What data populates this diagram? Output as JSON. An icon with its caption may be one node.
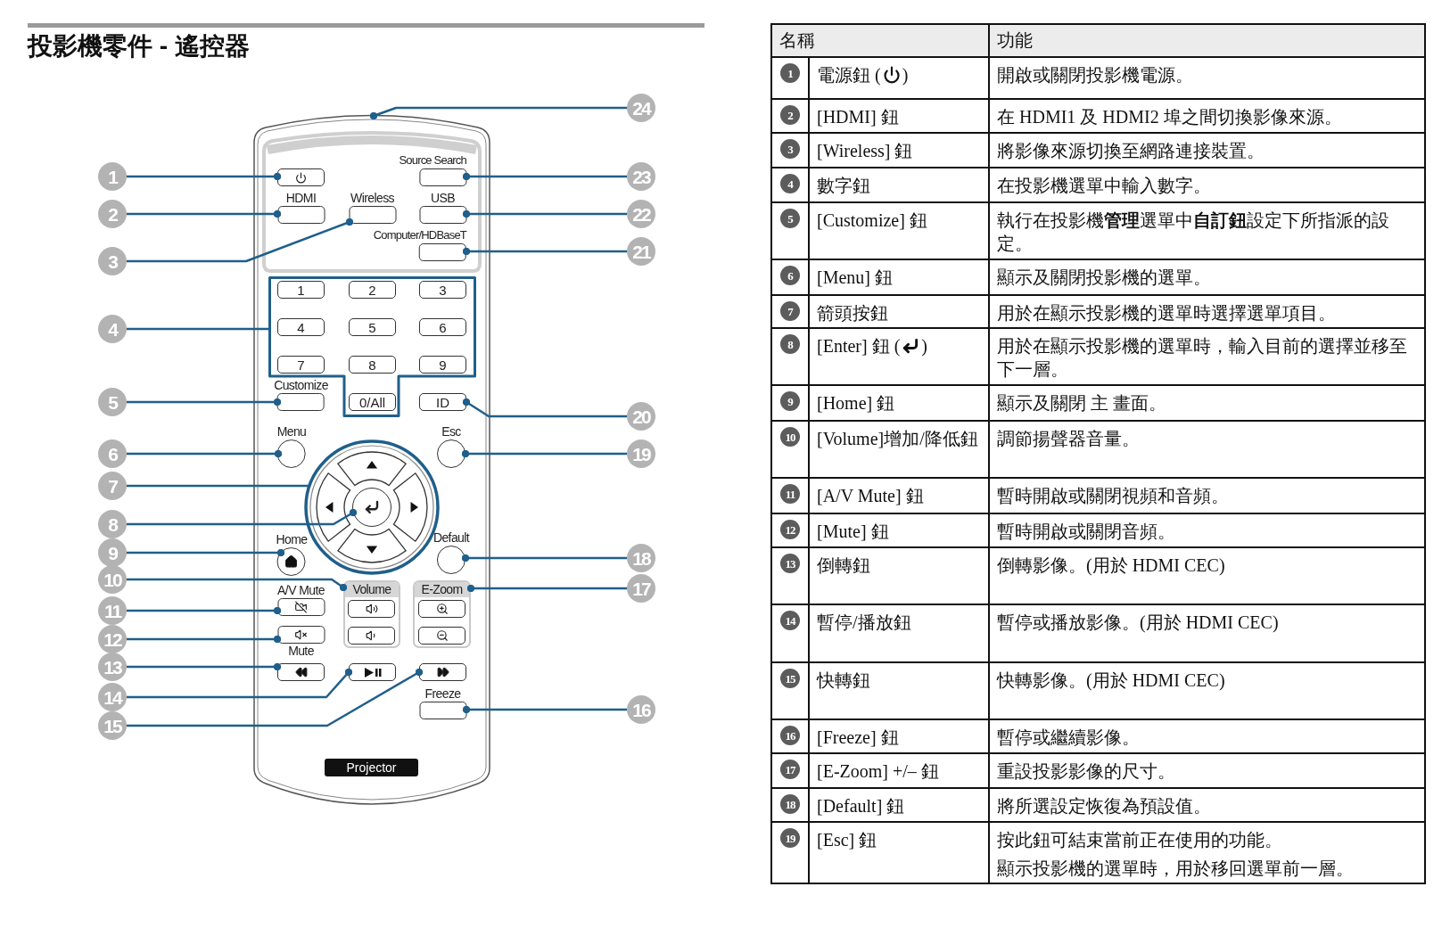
{
  "diagram": {
    "title": "投影機零件 - 遙控器",
    "nodes": [
      {
        "text": [
          "1"
        ]
      },
      {
        "text": [
          "2"
        ]
      },
      {
        "text": [
          "3"
        ]
      },
      {
        "text": [
          "4"
        ]
      },
      {
        "text": [
          "5"
        ]
      },
      {
        "text": [
          "6"
        ]
      },
      {
        "text": [
          "7"
        ]
      },
      {
        "text": [
          "8"
        ]
      },
      {
        "text": [
          "9"
        ]
      },
      {
        "text": [
          "10"
        ]
      },
      {
        "text": [
          "11"
        ]
      },
      {
        "text": [
          "12"
        ]
      },
      {
        "text": [
          "13"
        ]
      },
      {
        "text": [
          "14"
        ]
      },
      {
        "text": [
          "15"
        ]
      },
      {
        "text": [
          "16"
        ]
      },
      {
        "text": [
          "17"
        ]
      },
      {
        "text": [
          "18"
        ]
      },
      {
        "text": [
          "19"
        ]
      },
      {
        "text": [
          "20"
        ]
      },
      {
        "text": [
          "21"
        ]
      },
      {
        "text": [
          "22"
        ]
      },
      {
        "text": [
          "23"
        ]
      },
      {
        "text": [
          "24"
        ]
      },
      {
        "text": [],
        "shape": "picture"
      },
      {
        "text": [],
        "shape": "box",
        "in": 24
      },
      {
        "text": [
          "Source Search"
        ],
        "in": 24
      },
      {
        "text": [
          "HDMI"
        ],
        "in": 24
      },
      {
        "text": [
          "Wireless"
        ],
        "in": 24
      },
      {
        "text": [
          "USB"
        ],
        "in": 24
      },
      {
        "text": [
          "Computer/HDBaseT"
        ],
        "in": 24
      },
      {
        "text": [],
        "shape": "box",
        "in": 24
      },
      {
        "text": [
          "1"
        ],
        "in": 31
      },
      {
        "text": [
          "2"
        ],
        "in": 31
      },
      {
        "text": [
          "3"
        ],
        "in": 31
      },
      {
        "text": [
          "4"
        ],
        "in": 31
      },
      {
        "text": [
          "5"
        ],
        "in": 31
      },
      {
        "text": [
          "6"
        ],
        "in": 31
      },
      {
        "text": [
          "7"
        ],
        "in": 31
      },
      {
        "text": [
          "8"
        ],
        "in": 31
      },
      {
        "text": [
          "9"
        ],
        "in": 31
      },
      {
        "text": [
          "Customize"
        ],
        "in": 24
      },
      {
        "text": [
          "0/All"
        ],
        "in": 31
      },
      {
        "text": [
          "ID"
        ],
        "in": 24
      },
      {
        "text": [
          "Menu"
        ],
        "in": 24
      },
      {
        "text": [
          "Esc"
        ],
        "in": 24
      },
      {
        "text": [],
        "shape": "circle",
        "in": 24
      },
      {
        "text": [],
        "shape": "circle",
        "in": 46
      },
      {
        "text": [
          "Home"
        ],
        "in": 24
      },
      {
        "text": [
          "Default"
        ],
        "in": 24
      },
      {
        "text": [
          "A/V Mute"
        ],
        "in": 24
      },
      {
        "text": [
          "Volume"
        ],
        "in": 24
      },
      {
        "text": [],
        "shape": "box",
        "in": 51
      },
      {
        "text": [],
        "shape": "box",
        "in": 51
      },
      {
        "text": [
          "E-Zoom"
        ],
        "in": 24
      },
      {
        "text": [],
        "shape": "box",
        "in": 54
      },
      {
        "text": [],
        "shape": "box",
        "in": 54
      },
      {
        "text": [
          "Mute"
        ],
        "in": 24
      },
      {
        "text": [],
        "shape": "box",
        "in": 24
      },
      {
        "text": [],
        "shape": "box",
        "in": 24
      },
      {
        "text": [],
        "shape": "box",
        "in": 24
      },
      {
        "text": [
          "Freeze"
        ],
        "in": 24
      }
    ],
    "edges": [
      {
        "from": 0,
        "to": 25,
        "arrow": "other"
      },
      {
        "from": 1,
        "to": 27,
        "arrow": "other"
      },
      {
        "from": 2,
        "to": 28,
        "arrow": "other"
      },
      {
        "from": 3,
        "to": 31,
        "arrow": "none"
      },
      {
        "from": 4,
        "to": 41,
        "arrow": "other"
      },
      {
        "from": 5,
        "to": 44,
        "arrow": "other"
      },
      {
        "from": 6,
        "to": 46,
        "arrow": "none"
      },
      {
        "from": 7,
        "to": 47,
        "arrow": "other"
      },
      {
        "from": 8,
        "to": 48,
        "arrow": "other"
      },
      {
        "from": 9,
        "to": 51,
        "arrow": "other"
      },
      {
        "from": 10,
        "to": 50,
        "arrow": "other"
      },
      {
        "from": 11,
        "to": 57,
        "arrow": "other"
      },
      {
        "from": 12,
        "to": 58,
        "arrow": "other"
      },
      {
        "from": 13,
        "to": 59,
        "arrow": "other"
      },
      {
        "from": 14,
        "to": 60,
        "arrow": "other"
      },
      {
        "from": 15,
        "to": 61,
        "arrow": "other"
      },
      {
        "from": 16,
        "to": 54,
        "arrow": "other"
      },
      {
        "from": 17,
        "to": 49,
        "arrow": "other"
      },
      {
        "from": 18,
        "to": 45,
        "arrow": "other"
      },
      {
        "from": 19,
        "to": 43,
        "arrow": "other"
      },
      {
        "from": 20,
        "to": 30,
        "arrow": "other"
      },
      {
        "from": 21,
        "to": 29,
        "arrow": "other"
      },
      {
        "from": 22,
        "to": 26,
        "arrow": "other"
      },
      {
        "from": 23,
        "to": 24,
        "arrow": "other"
      }
    ],
    "labels": [
      "名稱",
      "功能",
      "1",
      "電源鈕 (",
      ")",
      "開啟或關閉投影機電源。",
      "2",
      "[HDMI] 鈕",
      "在 HDMI1 及 HDMI2 埠之間切換影像來源。",
      "3",
      "[Wireless] 鈕",
      "將影像來源切換至網路連接裝置。",
      "4",
      "數字鈕",
      "在投影機選單中輸入數字。",
      "5",
      "[Customize] 鈕",
      "執行在投影機**管理**選單中**自訂鈕**設定下所指派的設定。",
      "6",
      "[Menu] 鈕",
      "顯示及關閉投影機的選單。",
      "7",
      "箭頭按鈕",
      "用於在顯示投影機的選單時選擇選單項目。",
      "8",
      "[Enter] 鈕 (",
      ")",
      "用於在顯示投影機的選單時，輸入目前的選擇並移至下一層。",
      "9",
      "[Home] 鈕",
      "顯示及關閉 主 畫面。",
      "10",
      "[Volume]增加/降低鈕",
      "調節揚聲器音量。",
      "11",
      "[A/V Mute] 鈕",
      "暫時開啟或關閉視頻和音頻。",
      "12",
      "[Mute] 鈕",
      "暫時開啟或關閉音頻。",
      "13",
      "倒轉鈕",
      "倒轉影像。(用於 HDMI CEC)",
      "14",
      "暫停/播放鈕",
      "暫停或播放影像。(用於 HDMI CEC)",
      "15",
      "快轉鈕",
      "快轉影像。(用於 HDMI CEC)",
      "16",
      "[Freeze] 鈕",
      "暫停或繼續影像。",
      "17",
      "[E-Zoom] +/– 鈕",
      "重設投影影像的尺寸。",
      "18",
      "[Default] 鈕",
      "將所選設定恢復為預設值。",
      "19",
      "[Esc] 鈕",
      "按此鈕可結束當前正在使用的功能。",
      "顯示投影機的選單時，用於移回選單前一層。",
      "Projector"
    ]
  }
}
